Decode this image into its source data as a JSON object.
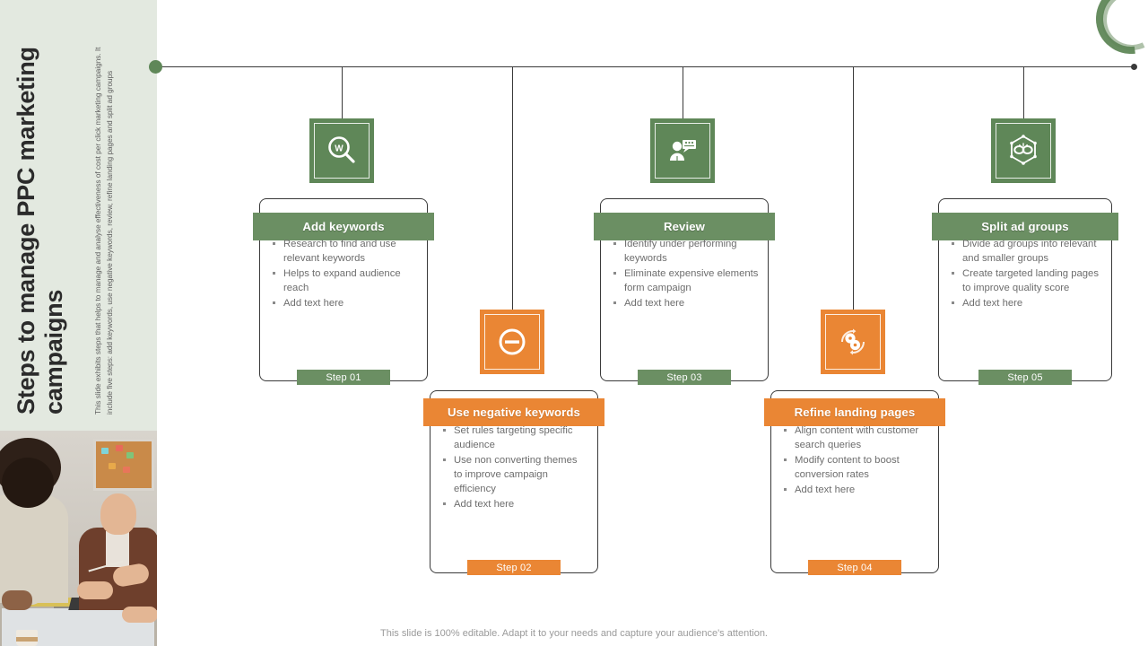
{
  "slide": {
    "title": "Steps to manage PPC marketing campaigns",
    "subtitle": "This slide exhibits steps that helps to manage and analyse effectiveness of cost per click marketing campaigns. It include five steps: add keywords, use negative keywords, review, refine landing pages and split ad groups",
    "footer": "This slide is 100% editable. Adapt it to your needs and capture your audience's attention."
  },
  "colors": {
    "green": "#5f8758",
    "green_header": "#6b8f63",
    "orange": "#ea8634",
    "panel_bg": "#e3e9e0",
    "line": "#3a3a3a",
    "body_text": "#6d6d6d"
  },
  "steps": [
    {
      "id": "step-01",
      "title": "Add keywords",
      "badge": "Step 01",
      "accent": "green",
      "icon": "magnifier-w-icon",
      "position": "above",
      "bullets": [
        "Research to find and use relevant  keywords",
        "Helps to expand audience  reach",
        "Add text here"
      ]
    },
    {
      "id": "step-02",
      "title": "Use negative keywords",
      "badge": "Step 02",
      "accent": "orange",
      "icon": "no-entry-icon",
      "position": "below",
      "bullets": [
        "Set rules  targeting specific audience",
        "Use non converting themes to improve campaign  efficiency",
        "Add text here"
      ]
    },
    {
      "id": "step-03",
      "title": "Review",
      "badge": "Step 03",
      "accent": "green",
      "icon": "person-review-icon",
      "position": "above",
      "bullets": [
        "Identify  under  performing keywords",
        "Eliminate expensive elements  form  campaign",
        "Add text here"
      ]
    },
    {
      "id": "step-04",
      "title": "Refine landing pages",
      "badge": "Step 04",
      "accent": "orange",
      "icon": "gears-refresh-icon",
      "position": "below",
      "bullets": [
        "Align content with customer search  queries",
        "Modify  content to boost conversion  rates",
        "Add text here"
      ]
    },
    {
      "id": "step-05",
      "title": "Split ad groups",
      "badge": "Step 05",
      "accent": "green",
      "icon": "hexagon-broken-link-icon",
      "position": "above",
      "bullets": [
        "Divide  ad groups into relevant  and smaller groups",
        "Create targeted  landing pages to improve  quality score",
        "Add text here"
      ]
    }
  ]
}
